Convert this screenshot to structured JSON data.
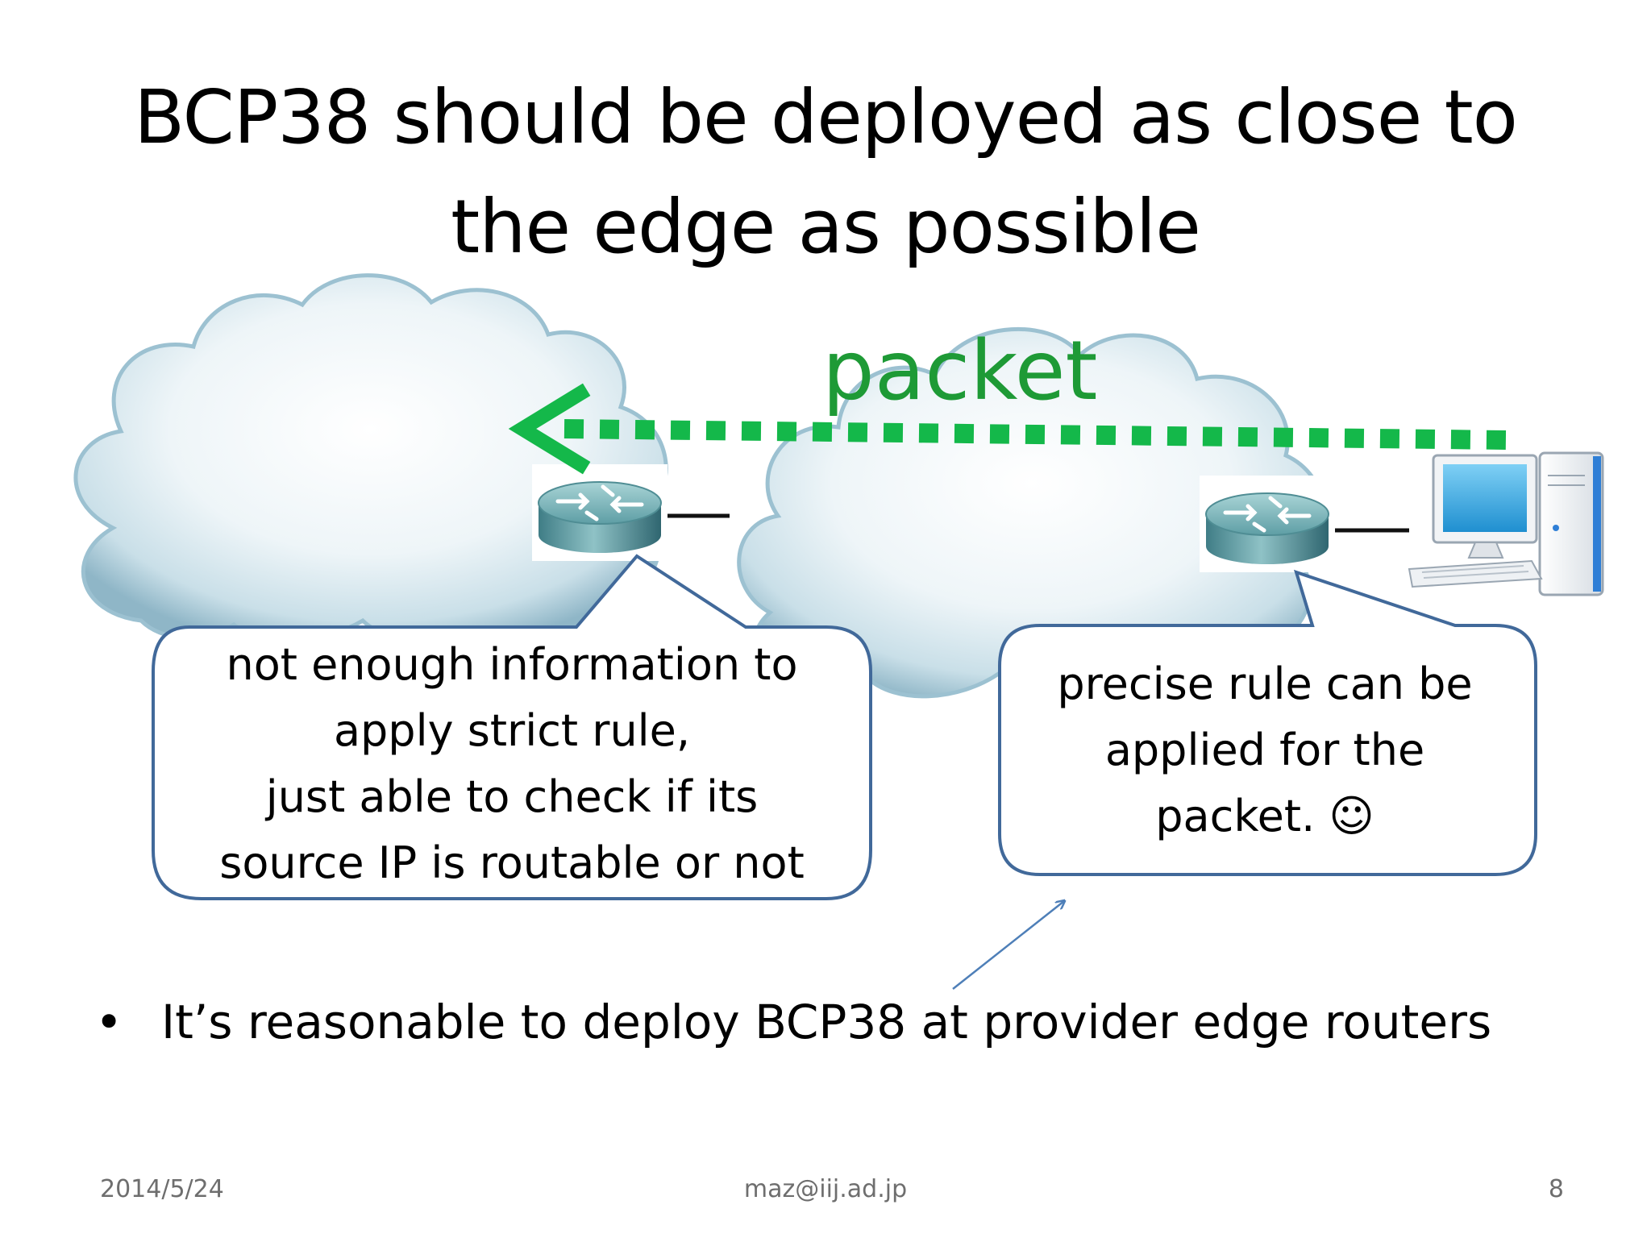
{
  "title": {
    "lines": [
      "BCP38 should be deployed as close to",
      "the edge as possible"
    ]
  },
  "diagram": {
    "packet_label": "packet",
    "left_callout": {
      "lines": [
        "not enough information to",
        "apply strict rule,",
        "just able to check if its",
        "source IP is routable or not"
      ]
    },
    "right_callout": {
      "lines": [
        "precise rule can be",
        "applied for the",
        "packet. ☺"
      ]
    },
    "icons": [
      "cloud-icon",
      "router-icon",
      "computer-icon"
    ],
    "colors": {
      "packet_arrow": "#14b84a",
      "packet_label": "#1e9a36",
      "callout_border": "#41699a",
      "pointer_arrow": "#4e7fb8"
    }
  },
  "bullet": {
    "text": "It’s reasonable to deploy BCP38 at provider edge routers"
  },
  "footer": {
    "date": "2014/5/24",
    "email": "maz@iij.ad.jp",
    "page": "8"
  }
}
